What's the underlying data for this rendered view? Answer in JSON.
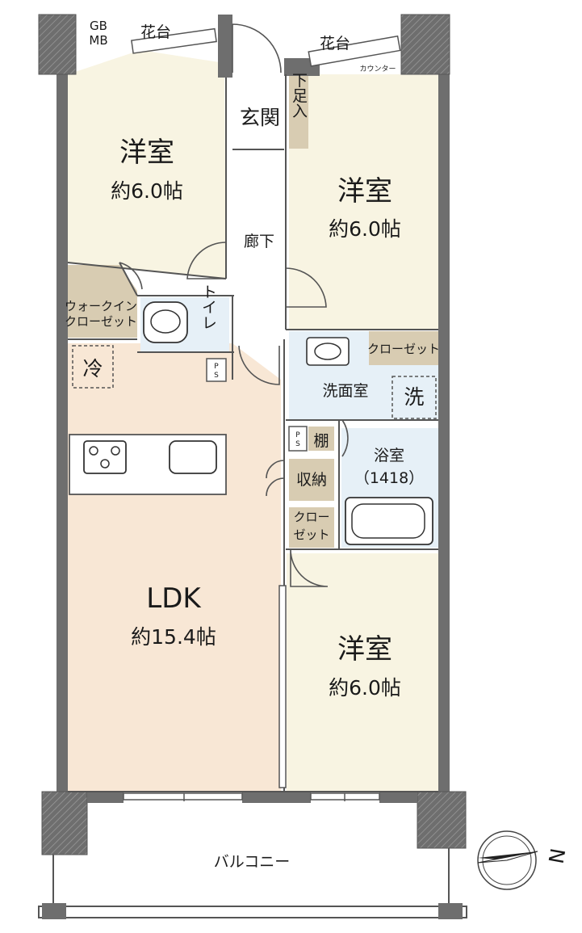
{
  "colors": {
    "room_tint": "#f8f4e2",
    "ldk_tint": "#f8e7d5",
    "wet_tint": "#e6f0f7",
    "storage_tint": "#d8ccb2",
    "wall": "#6e6e6e",
    "line": "#555555"
  },
  "rooms": {
    "bedroom_nw": {
      "name": "洋室",
      "size": "約6.0帖"
    },
    "bedroom_ne": {
      "name": "洋室",
      "size": "約6.0帖"
    },
    "bedroom_se": {
      "name": "洋室",
      "size": "約6.0帖"
    },
    "ldk": {
      "name": "LDK",
      "size": "約15.4帖"
    },
    "entrance": "玄関",
    "shoe_box": "下足入",
    "hallway": "廊下",
    "walk_in_closet": [
      "ウォークイン",
      "クローゼット"
    ],
    "toilet": "トイレ",
    "fridge": "冷",
    "washroom": "洗面室",
    "washer": "洗",
    "bathroom": {
      "name": "浴室",
      "size": "（1418）"
    },
    "shelf": "棚",
    "storage": "収納",
    "closet_east": "クローゼット",
    "closet_small": [
      "クロー",
      "ゼット"
    ],
    "ps_1": [
      "P",
      "S"
    ],
    "ps_2": [
      "P",
      "S"
    ],
    "gb_mb": [
      "GB",
      "MB"
    ],
    "flower_bed_1": "花台",
    "flower_bed_2": "花台",
    "counter": "カウンター",
    "balcony": "バルコニー"
  },
  "compass": {
    "label": "N",
    "icon": "north-arrow-icon"
  }
}
